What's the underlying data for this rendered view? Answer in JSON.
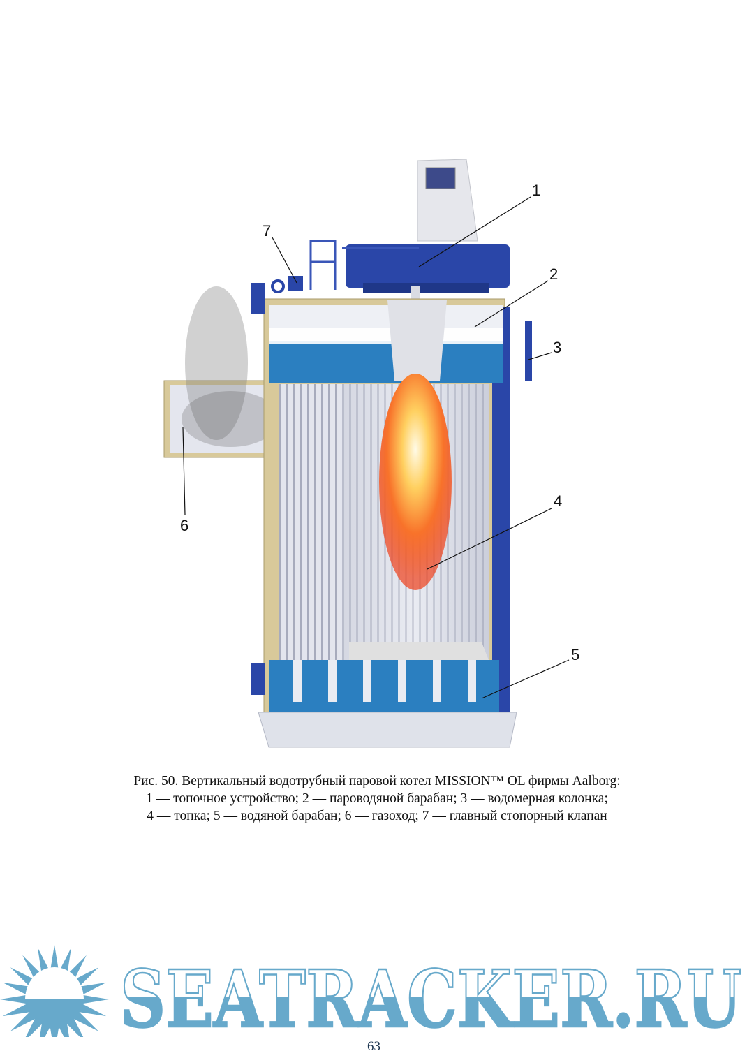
{
  "figure": {
    "labels": [
      "1",
      "2",
      "3",
      "4",
      "5",
      "6",
      "7"
    ]
  },
  "caption": {
    "line1": "Рис. 50. Вертикальный водотрубный паровой котел MISSION™ OL фирмы Aalborg:",
    "line2": "1 — топочное устройство; 2 — пароводяной барабан; 3 — водомерная колонка;",
    "line3": "4 — топка; 5 — водяной барабан; 6 — газоход; 7 — главный стопорный клапан"
  },
  "page_number": "63",
  "watermark": {
    "text": "SEATRACKER.RU",
    "color": "#67a9cb"
  },
  "colors": {
    "boiler_blue": "#2a46a8",
    "insulation": "#d8c99a",
    "water": "#2b7fc0",
    "flame": "#f46a1c"
  }
}
